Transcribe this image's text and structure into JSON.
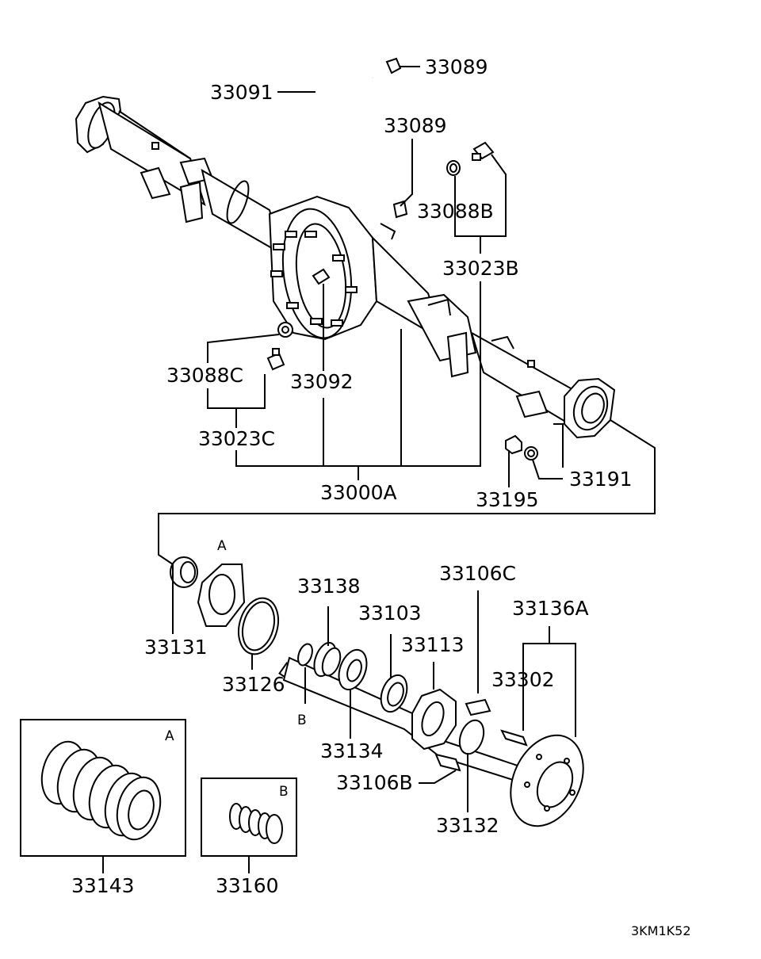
{
  "diagram": {
    "drawing_code": "3KM1K52",
    "labels": {
      "p33089a": "33089",
      "p33091": "33091",
      "p33089b": "33089",
      "p33088b": "33088B",
      "p33023b": "33023B",
      "p33088c": "33088C",
      "p33092": "33092",
      "p33023c": "33023C",
      "p33000a": "33000A",
      "p33195": "33195",
      "p33191": "33191",
      "p33131": "33131",
      "p33126": "33126",
      "p33138": "33138",
      "p33103": "33103",
      "p33113": "33113",
      "p33106c": "33106C",
      "p33136a": "33136A",
      "p33302": "33302",
      "p33134": "33134",
      "p33106b": "33106B",
      "p33132": "33132",
      "p33143": "33143",
      "p33160": "33160"
    },
    "refs": {
      "a_main": "A",
      "b_main": "B",
      "a_box": "A",
      "b_box": "B"
    }
  }
}
